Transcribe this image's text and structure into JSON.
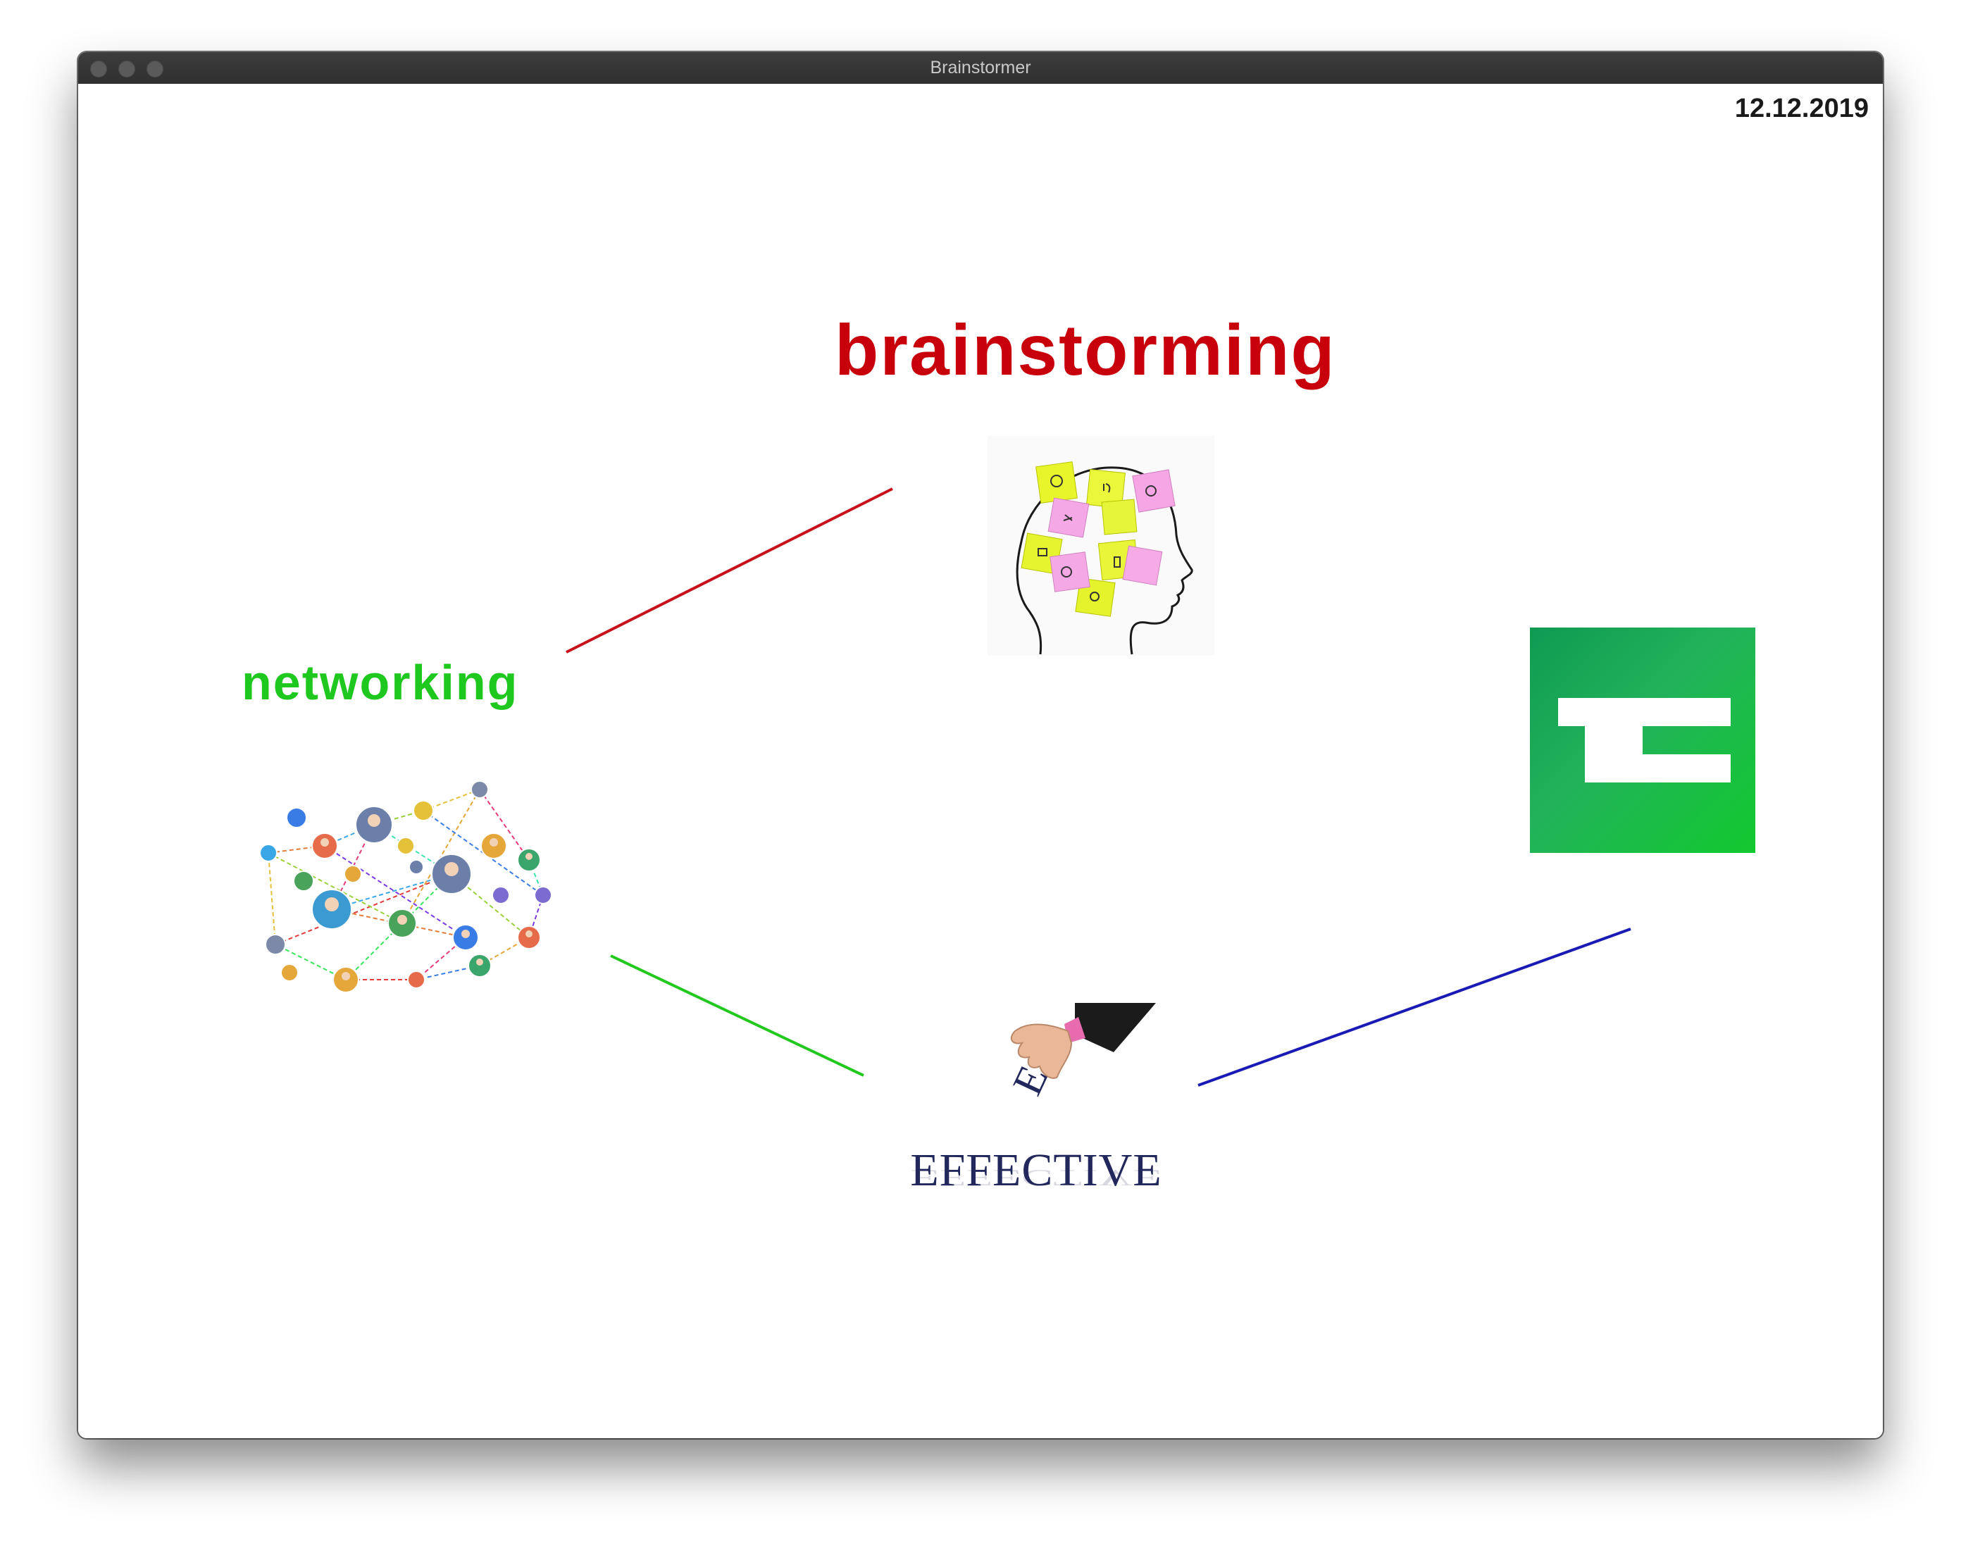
{
  "window": {
    "title": "Brainstormer"
  },
  "canvas": {
    "date": "12.12.2019",
    "nodes": {
      "brainstorming": {
        "label": "brainstorming",
        "color": "#c8000b"
      },
      "networking": {
        "label": "networking",
        "color": "#1ec81e"
      },
      "effective": {
        "label": "EFFECTIVE",
        "color": "#22285c"
      }
    },
    "links": [
      {
        "from": "networking",
        "to": "brainstorming",
        "color": "#c8121b"
      },
      {
        "from": "networking",
        "to": "effective",
        "color": "#22c81e"
      },
      {
        "from": "effective",
        "to": "techcrunch",
        "color": "#1a1ab4"
      }
    ],
    "images": {
      "brain": "brain-sticky-notes-icon",
      "network": "people-network-icon",
      "techcrunch": "techcrunch-logo",
      "effective": "hand-placing-letter-icon"
    }
  }
}
